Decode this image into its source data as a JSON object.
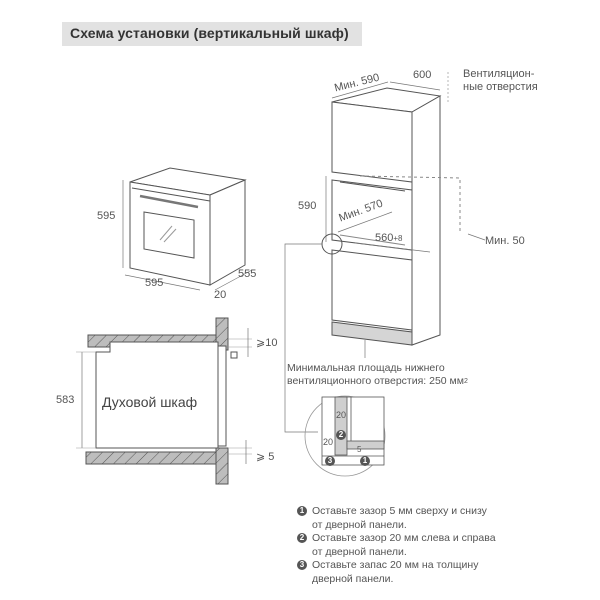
{
  "title": "Схема установки (вертикальный шкаф)",
  "oven_iso": {
    "height": "595",
    "width": "595",
    "depth": "555",
    "door": "20"
  },
  "cabinet": {
    "min_width": "Мин. 590",
    "depth": "600",
    "vent_label_line1": "Вентиляцион-",
    "vent_label_line2": "ные отверстия",
    "niche_height": "590",
    "niche_min_width": "Мин. 570",
    "niche_depth_main": "560",
    "niche_depth_tol": "+8",
    "min_50": "Мин. 50",
    "bottom_vent_line1": "Минимальная площадь нижнего",
    "bottom_vent_line2": "вентиляционного отверстия: 250 мм",
    "bottom_vent_sup": "2"
  },
  "section": {
    "oven_label": "Духовой шкаф",
    "height": "583",
    "gap_top": "⩾10",
    "gap_bottom": "⩾ 5"
  },
  "detail": {
    "dim_20_top": "20",
    "dim_20_left": "20",
    "dim_5": "5",
    "marker_1": "1",
    "marker_2": "2",
    "marker_3": "3"
  },
  "notes": [
    {
      "num": "1",
      "line1": "Оставьте зазор 5 мм сверху и снизу",
      "line2": "от дверной панели."
    },
    {
      "num": "2",
      "line1": "Оставьте зазор 20 мм слева и справа",
      "line2": "от дверной панели."
    },
    {
      "num": "3",
      "line1": "Оставьте запас 20 мм на толщину",
      "line2": "дверной панели."
    }
  ],
  "colors": {
    "title_bg": "#e2e2e2",
    "line": "#555555",
    "hatch_fill": "#bbbbbb",
    "detail_fill": "#cfcfcf"
  }
}
